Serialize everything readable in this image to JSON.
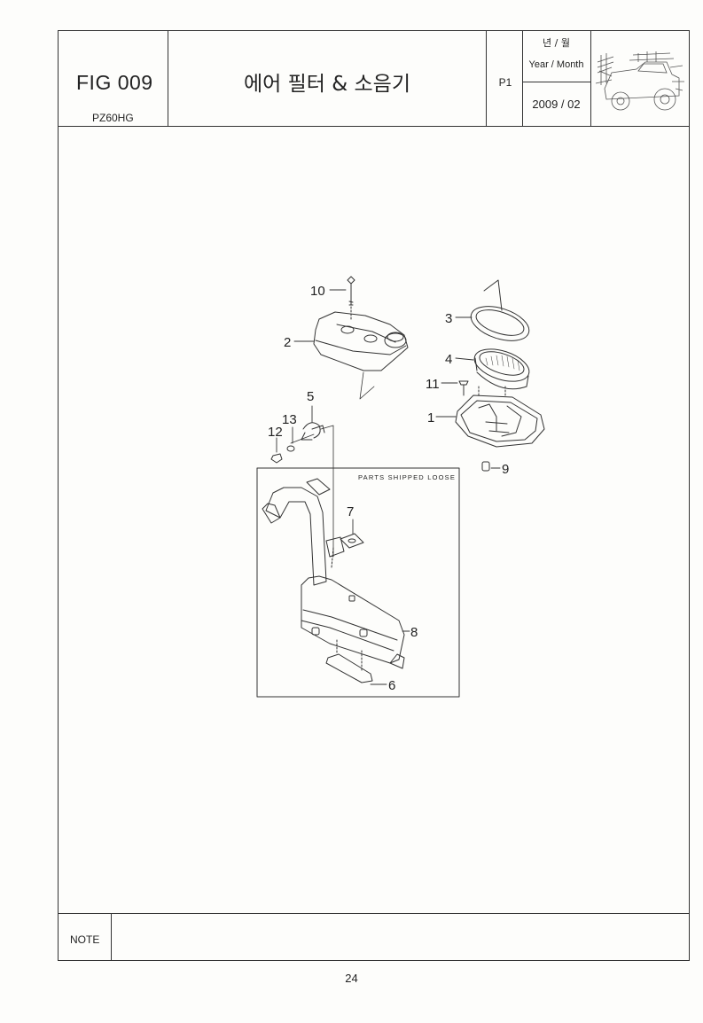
{
  "header": {
    "fig_label": "FIG 009",
    "model": "PZ60HG",
    "title": "에어 필터 & 소음기",
    "page_code": "P1",
    "year_month_kr": "년 / 월",
    "year_month_en": "Year / Month",
    "year_month_value": "2009 / 02"
  },
  "diagram": {
    "callouts": [
      "10",
      "2",
      "3",
      "4",
      "11",
      "1",
      "9",
      "5",
      "13",
      "12",
      "7",
      "8",
      "6"
    ],
    "box_label": "PARTS SHIPPED LOOSE"
  },
  "footer": {
    "note_label": "NOTE",
    "page_number": "24"
  }
}
